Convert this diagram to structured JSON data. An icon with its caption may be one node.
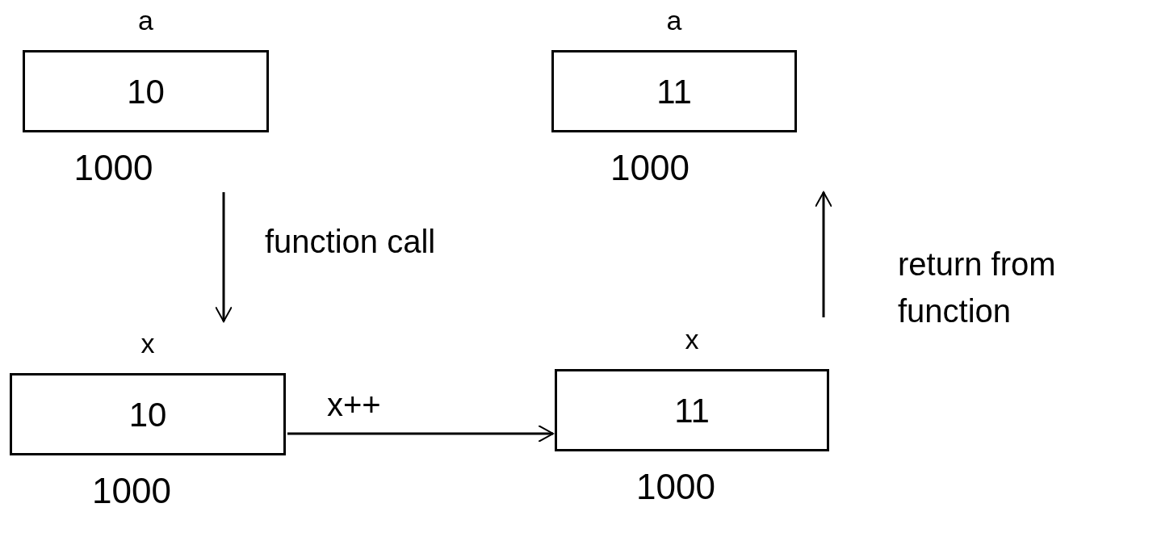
{
  "diagram": {
    "nodes": [
      {
        "text": [
          "a",
          "10"
        ],
        "beside": [
          "1000"
        ]
      },
      {
        "text": [
          "a",
          "11"
        ],
        "beside": [
          "1000"
        ]
      },
      {
        "text": [
          "x",
          "10"
        ],
        "beside": [
          "1000"
        ]
      },
      {
        "text": [
          "x",
          "11"
        ],
        "beside": [
          "1000"
        ]
      }
    ],
    "edges": [
      {
        "from": 0,
        "to": 2,
        "arrow": "to",
        "label": "function call"
      },
      {
        "from": 2,
        "to": 3,
        "arrow": "to",
        "label": "x++"
      },
      {
        "from": 3,
        "to": 1,
        "arrow": "to",
        "label": "return from function"
      }
    ]
  }
}
